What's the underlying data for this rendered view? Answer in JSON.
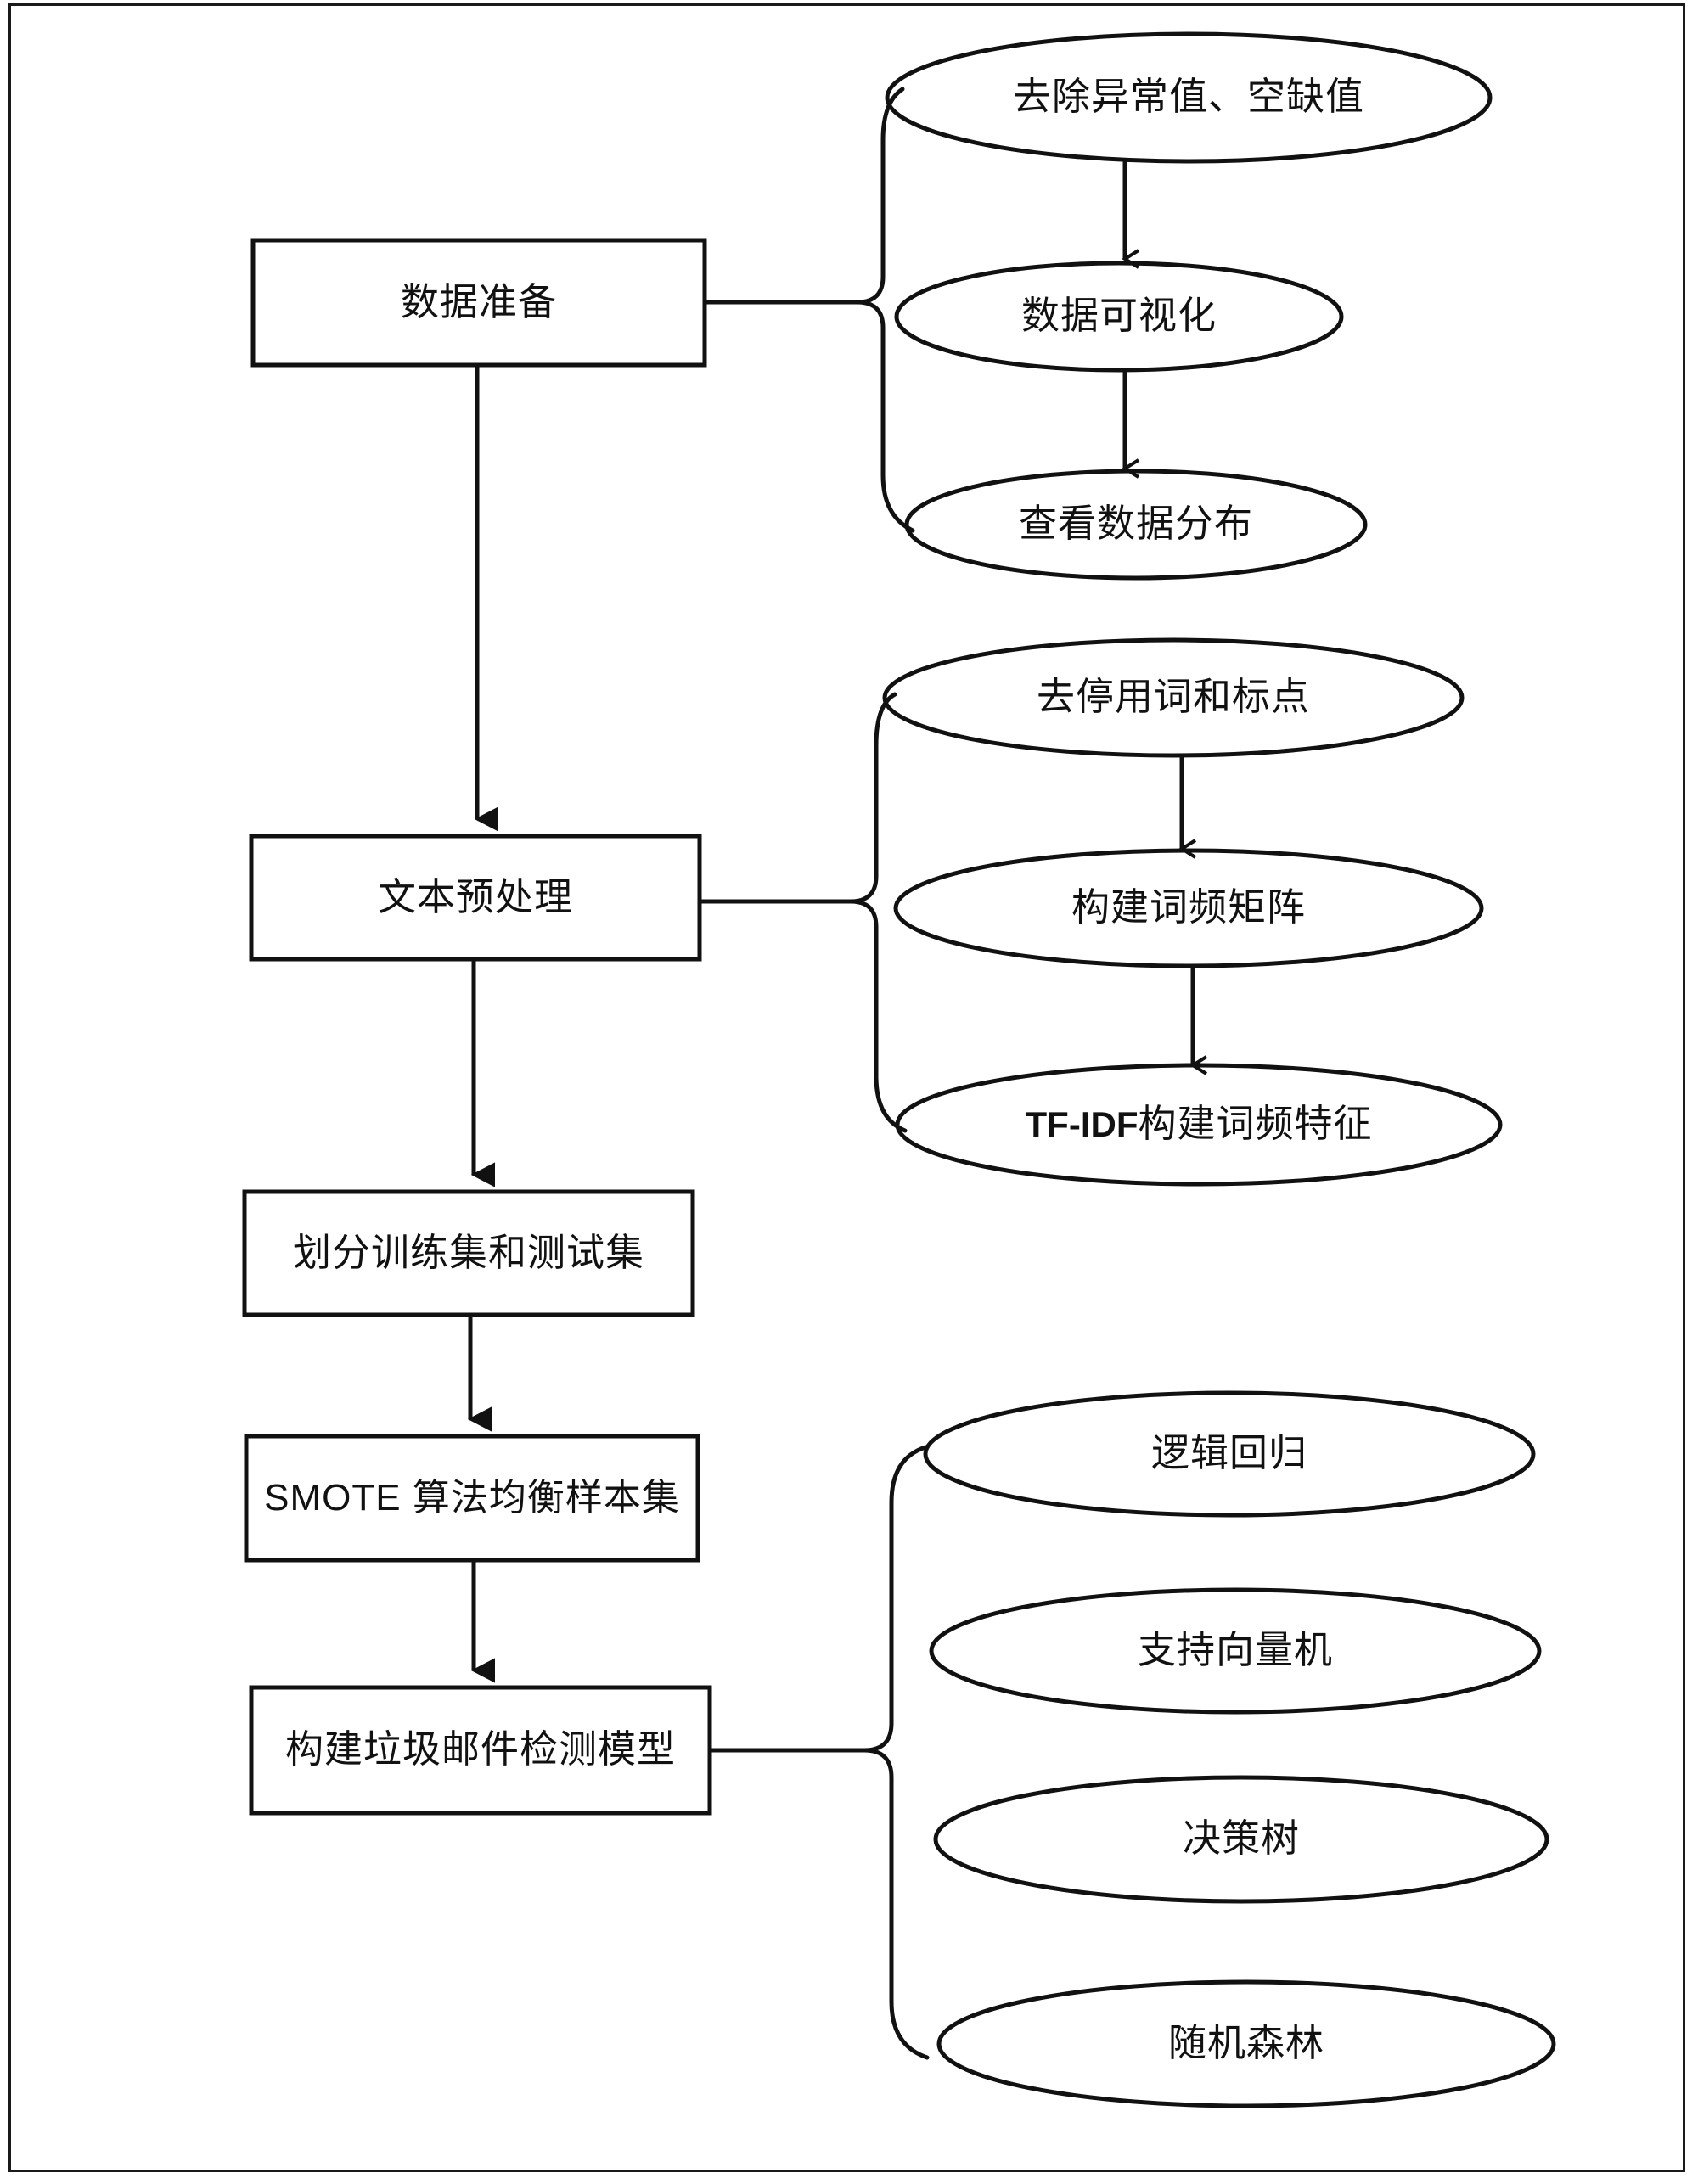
{
  "diagram": {
    "title": "垃圾邮件检测流程图",
    "type": "flowchart",
    "stroke_color": "#111111",
    "fill_color": "#ffffff",
    "background": "#ffffff"
  },
  "main_steps": [
    {
      "id": "step-data-preparation",
      "label": "数据准备"
    },
    {
      "id": "step-text-preprocessing",
      "label": "文本预处理"
    },
    {
      "id": "step-split-dataset",
      "label": "划分训练集和测试集"
    },
    {
      "id": "step-smote-balance",
      "label": "SMOTE 算法均衡样本集"
    },
    {
      "id": "step-build-model",
      "label": "构建垃圾邮件检测模型"
    }
  ],
  "branch_data_preparation": {
    "parent": "数据准备",
    "items": [
      {
        "id": "remove-outliers",
        "label": "去除异常值、空缺值"
      },
      {
        "id": "data-visualization",
        "label": "数据可视化"
      },
      {
        "id": "view-distribution",
        "label": "查看数据分布"
      }
    ]
  },
  "branch_text_preprocessing": {
    "parent": "文本预处理",
    "items": [
      {
        "id": "remove-stopwords",
        "label": "去停用词和标点"
      },
      {
        "id": "build-tf-matrix",
        "label": "构建词频矩阵"
      },
      {
        "id": "tfidf-features",
        "label_prefix": "TF-IDF",
        "label_suffix": " 构建词频特征",
        "label": "TF-IDF 构建词频特征"
      }
    ]
  },
  "branch_models": {
    "parent": "构建垃圾邮件检测模型",
    "items": [
      {
        "id": "logistic-regression",
        "label": "逻辑回归"
      },
      {
        "id": "support-vector-machine",
        "label": "支持向量机"
      },
      {
        "id": "decision-tree",
        "label": "决策树"
      },
      {
        "id": "random-forest",
        "label": "随机森林"
      }
    ]
  }
}
